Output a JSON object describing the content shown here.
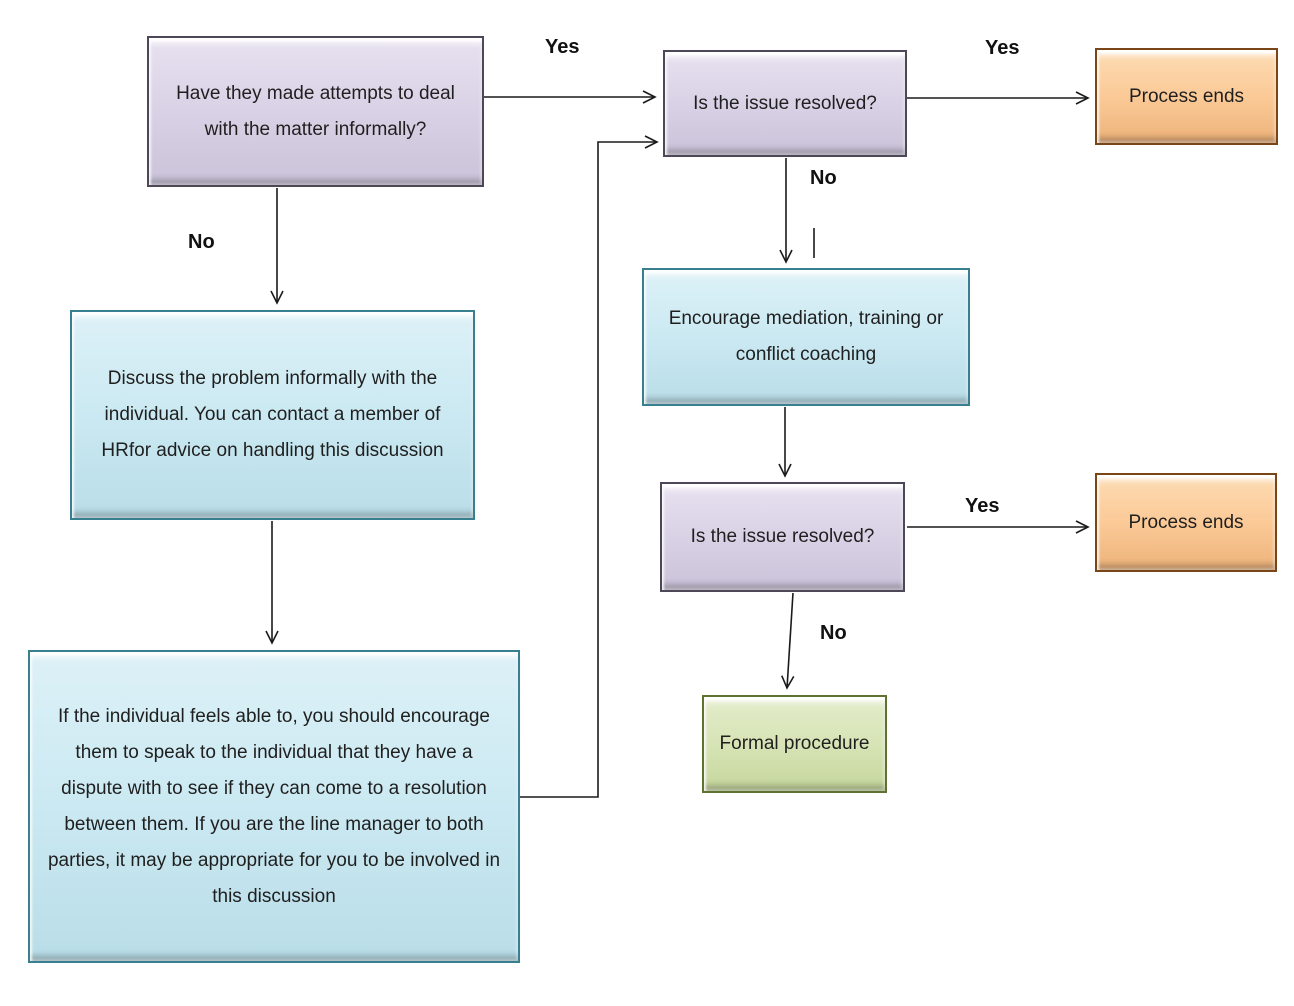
{
  "nodes": {
    "q1": {
      "text": "Have they made attempts to deal with the matter informally?"
    },
    "q2": {
      "text": "Is the issue resolved?"
    },
    "q3": {
      "text": "Is the issue resolved?"
    },
    "end1": {
      "text": "Process ends"
    },
    "end2": {
      "text": "Process ends"
    },
    "act1": {
      "text": "Discuss the problem informally with the individual. You can contact a member of HRfor advice on handling this discussion"
    },
    "act2": {
      "text": "If the individual feels able to, you should encourage them to speak to the individual that they have a dispute with to see if they can come to a resolution between them. If you are the line manager to both parties, it may be appropriate for you to be involved in this discussion"
    },
    "med": {
      "text": "Encourage mediation, training or conflict coaching"
    },
    "formal": {
      "text": "Formal procedure"
    }
  },
  "labels": {
    "yes1": "Yes",
    "yes2": "Yes",
    "yes3": "Yes",
    "no1": "No",
    "no2": "No",
    "no3": "No"
  },
  "colors": {
    "decision_fill": "#d9d2e6",
    "decision_border": "#4d4758",
    "action_fill": "#cbe9f2",
    "action_border": "#38808f",
    "end_fill": "#fbca97",
    "end_border": "#7a4617",
    "formal_fill": "#d7e4b6",
    "formal_border": "#5e7231",
    "arrow": "#1a1a1a"
  }
}
